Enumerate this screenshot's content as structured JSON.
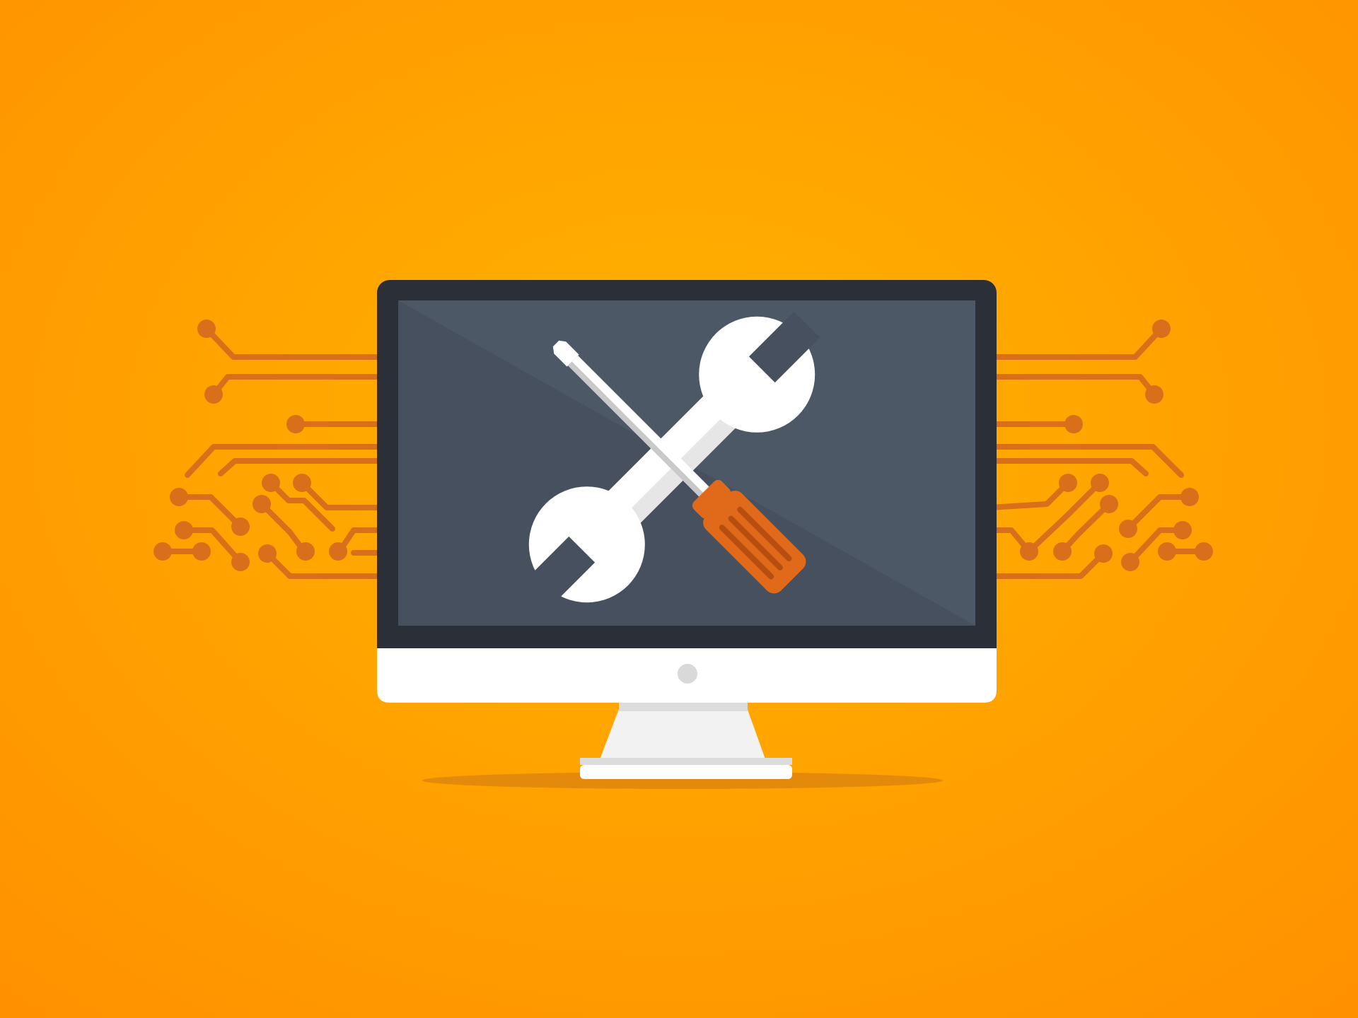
{
  "illustration": {
    "subject": "computer-monitor-with-crossed-wrench-and-screwdriver",
    "icons": {
      "monitor": "monitor-icon",
      "wrench": "wrench-icon",
      "screwdriver": "screwdriver-icon",
      "circuit_left": "circuit-traces-left",
      "circuit_right": "circuit-traces-right"
    },
    "colors": {
      "background_center": "#FFB300",
      "background_edge": "#FF9100",
      "circuit": "#D96F1B",
      "bezel": "#2B2F37",
      "screen": "#46505E",
      "screen_glare": "#4D5866",
      "chin": "#FFFFFF",
      "chin_button": "#D9D9D9",
      "stand": "#F2F2F2",
      "stand_shade": "#DCDCDC",
      "shadow": "#E38A0A",
      "tool_light": "#FFFFFF",
      "tool_shade": "#E6E6E6",
      "shaft": "#C9C9C9",
      "handle": "#E06A1A",
      "handle_dark": "#B54E0F"
    }
  }
}
